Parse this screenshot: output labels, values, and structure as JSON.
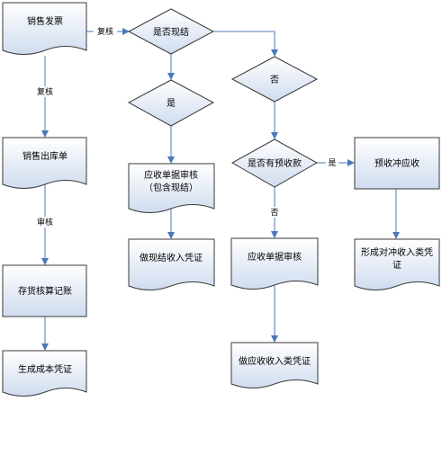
{
  "nodes": {
    "sales_invoice": "销售发票",
    "sales_outbound": "销售出库单",
    "inventory_accounting": "存货核算记账",
    "generate_cost_voucher": "生成成本凭证",
    "is_cash_settlement": "是否现结",
    "yes_diamond": "是",
    "ar_review_line1": "应收单据审核",
    "ar_review_line2": "（包含现结）",
    "cash_settlement_voucher": "做现结收入凭证",
    "no_diamond": "否",
    "has_prepayment": "是否有预收款",
    "prepayment_offset": "预收冲应收",
    "ar_review": "应收单据审核",
    "ar_income_voucher": "做应收收入类凭证",
    "offset_voucher_line1": "形成对冲收入类凭",
    "offset_voucher_line2": "证"
  },
  "edge_labels": {
    "invoice_to_decision": "复核",
    "invoice_to_outbound": "复核",
    "outbound_to_inventory": "审核",
    "prepay_yes": "是",
    "prepay_no": "否"
  },
  "colors": {
    "shape_fill_top": "#ffffff",
    "shape_fill_bottom": "#cfdcef",
    "shape_stroke": "#3a3a3a",
    "arrow": "#4a78b8"
  }
}
